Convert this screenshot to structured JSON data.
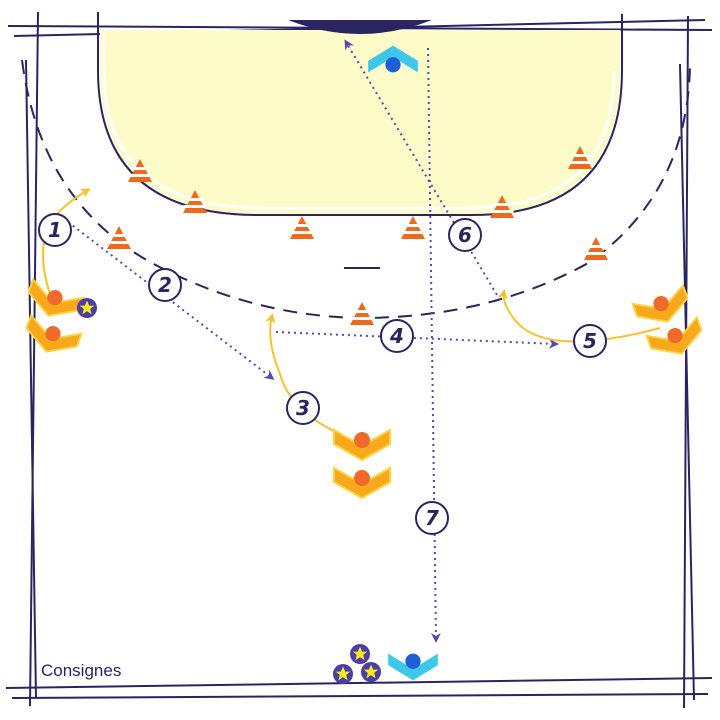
{
  "caption": "Consignes",
  "steps": [
    "1",
    "2",
    "3",
    "4",
    "5",
    "6",
    "7"
  ],
  "colors": {
    "line": "#2a2560",
    "goal_area": "#fdfbc8",
    "cone": "#ee6a1a",
    "attacker": "#f7a81c",
    "attacker_ball": "#f06a2a",
    "goalkeeper": "#3fc7ea",
    "goalkeeper_ball": "#1f5fd6",
    "pass": "#5548b5",
    "run": "#f5c22a",
    "ball_star": "#ffe625",
    "ball_dark": "#4b3fa3"
  },
  "icons": {
    "ball": "star-ball-icon",
    "cone": "cone-icon",
    "attacker": "attacker-chevron-icon",
    "goalkeeper": "goalkeeper-chevron-icon"
  }
}
